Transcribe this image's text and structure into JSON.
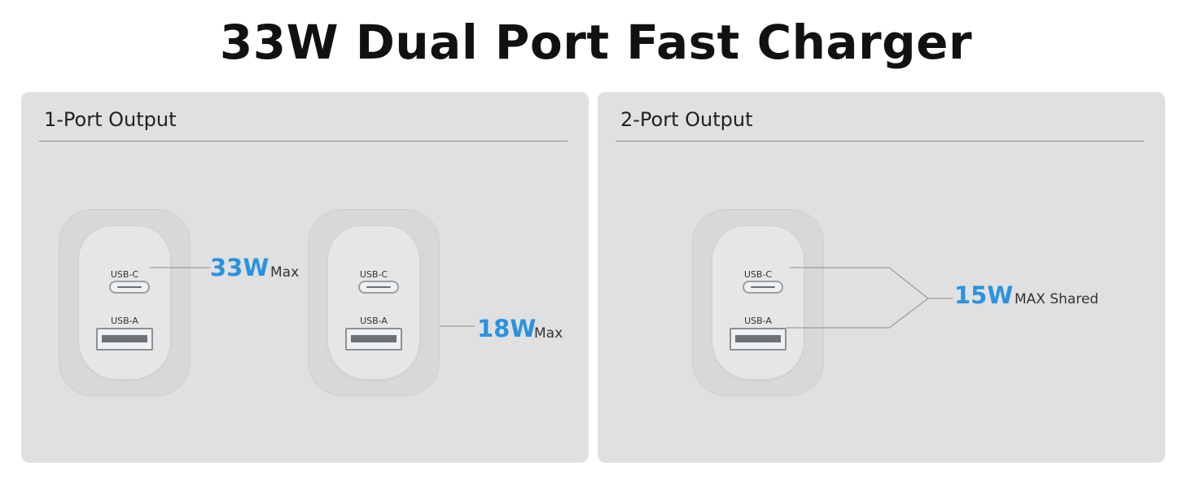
{
  "title": "33W Dual Port Fast Charger",
  "colors": {
    "accent": "#2a93e0",
    "panel": "#e0e0e0",
    "line": "#8a8a8a"
  },
  "panels": [
    {
      "title": "1-Port Output",
      "chargers": [
        {
          "usbc_label": "USB-C",
          "usba_label": "USB-A",
          "active_port": "USB-C",
          "watt": "33W",
          "unit": "Max"
        },
        {
          "usbc_label": "USB-C",
          "usba_label": "USB-A",
          "active_port": "USB-A",
          "watt": "18W",
          "unit": "Max"
        }
      ]
    },
    {
      "title": "2-Port Output",
      "chargers": [
        {
          "usbc_label": "USB-C",
          "usba_label": "USB-A",
          "active_port": "both",
          "watt": "15W",
          "unit": "MAX Shared"
        }
      ]
    }
  ]
}
